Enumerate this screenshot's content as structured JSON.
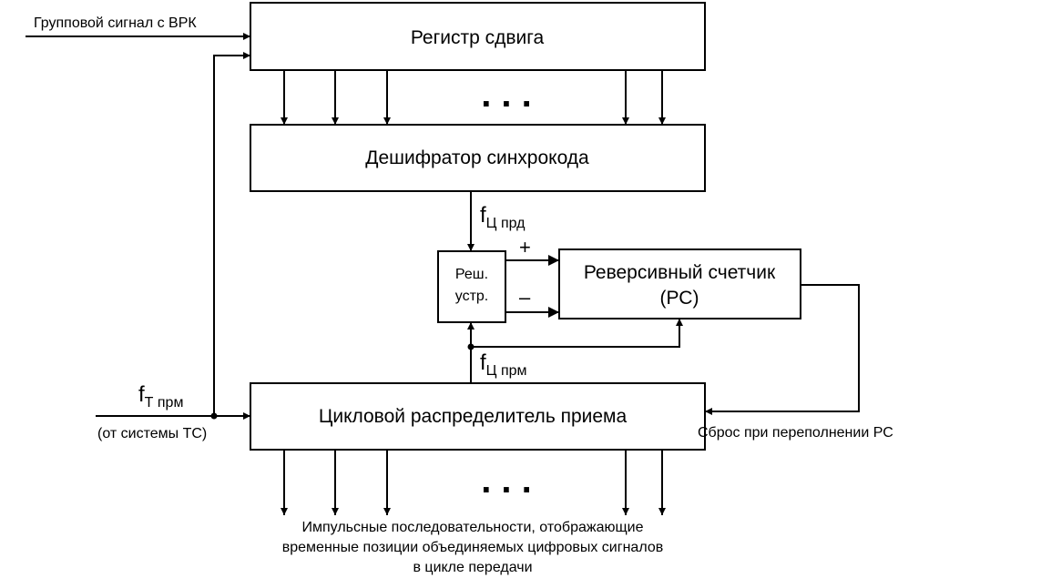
{
  "blocks": {
    "shift_register": "Регистр сдвига",
    "sync_decoder": "Дешифратор синхрокода",
    "decision_line1": "Реш.",
    "decision_line2": "устр.",
    "reversible_counter_line1": "Реверсивный счетчик",
    "reversible_counter_line2": "(РС)",
    "cyclic_distributor": "Цикловой распределитель приема"
  },
  "signals": {
    "group_signal": "Групповой сигнал с ВРК",
    "ft_main": "f",
    "ft_sub": "Т прм",
    "ft_source": "(от системы ТС)",
    "fc_prd_main": "f",
    "fc_prd_sub": "Ц прд",
    "fc_prm_main": "f",
    "fc_prm_sub": "Ц прм",
    "plus": "+",
    "minus": "–",
    "reset": "Сброс при переполнении РС",
    "dots_top": ". . .",
    "dots_bottom": ". . ."
  },
  "output_description": [
    "Импульсные последовательности, отображающие",
    "временные позиции объединяемых цифровых сигналов",
    "в цикле передачи"
  ]
}
